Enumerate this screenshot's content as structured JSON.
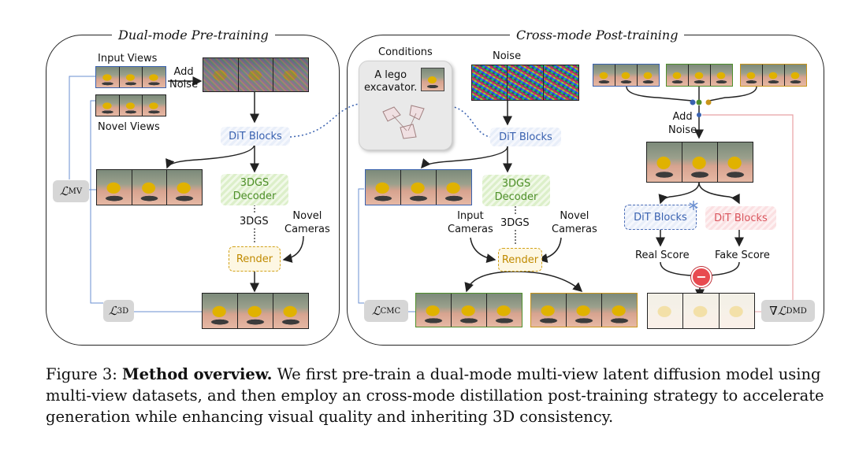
{
  "panels": {
    "left_title": "Dual-mode Pre-training",
    "right_title": "Cross-mode Post-training"
  },
  "left": {
    "input_views": "Input Views",
    "novel_views": "Novel Views",
    "add_noise_1": "Add",
    "add_noise_2": "Noise",
    "dit_blocks": "DiT Blocks",
    "decoder_1": "3DGS",
    "decoder_2": "Decoder",
    "threedgs": "3DGS",
    "novel_cameras_1": "Novel",
    "novel_cameras_2": "Cameras",
    "render": "Render",
    "loss_mv": {
      "symbol": "ℒ",
      "sub": "MV"
    },
    "loss_3d": {
      "symbol": "ℒ",
      "sub": "3D"
    }
  },
  "conditions": {
    "title": "Conditions",
    "text_1": "A lego",
    "text_2": "excavator."
  },
  "right": {
    "noise": "Noise",
    "dit_blocks": "DiT Blocks",
    "decoder_1": "3DGS",
    "decoder_2": "Decoder",
    "threedgs": "3DGS",
    "input_cameras_1": "Input",
    "input_cameras_2": "Cameras",
    "novel_cameras_1": "Novel",
    "novel_cameras_2": "Cameras",
    "render": "Render",
    "add_noise_1": "Add",
    "add_noise_2": "Noise",
    "dit_real": "DiT Blocks",
    "dit_fake": "DiT Blocks",
    "real_score": "Real Score",
    "fake_score": "Fake Score",
    "minus": "−",
    "loss_cmc": {
      "symbol": "ℒ",
      "sub": "CMC"
    },
    "loss_dmd": {
      "symbol": "∇ℒ",
      "sub": "DMD"
    }
  },
  "colors": {
    "blue": "#3a62b0",
    "green": "#4f8f2b",
    "orange": "#c9951a",
    "red": "#d9545c",
    "line_blue": "#6a8fd0",
    "line_red": "#e8a0a4"
  },
  "caption": {
    "prefix": "Figure 3: ",
    "bold": "Method overview.",
    "text": " We first pre-train a dual-mode multi-view latent diffusion model using multi-view datasets, and then employ an cross-mode distillation post-training strategy to accelerate generation while enhancing visual quality and inheriting 3D consistency."
  }
}
